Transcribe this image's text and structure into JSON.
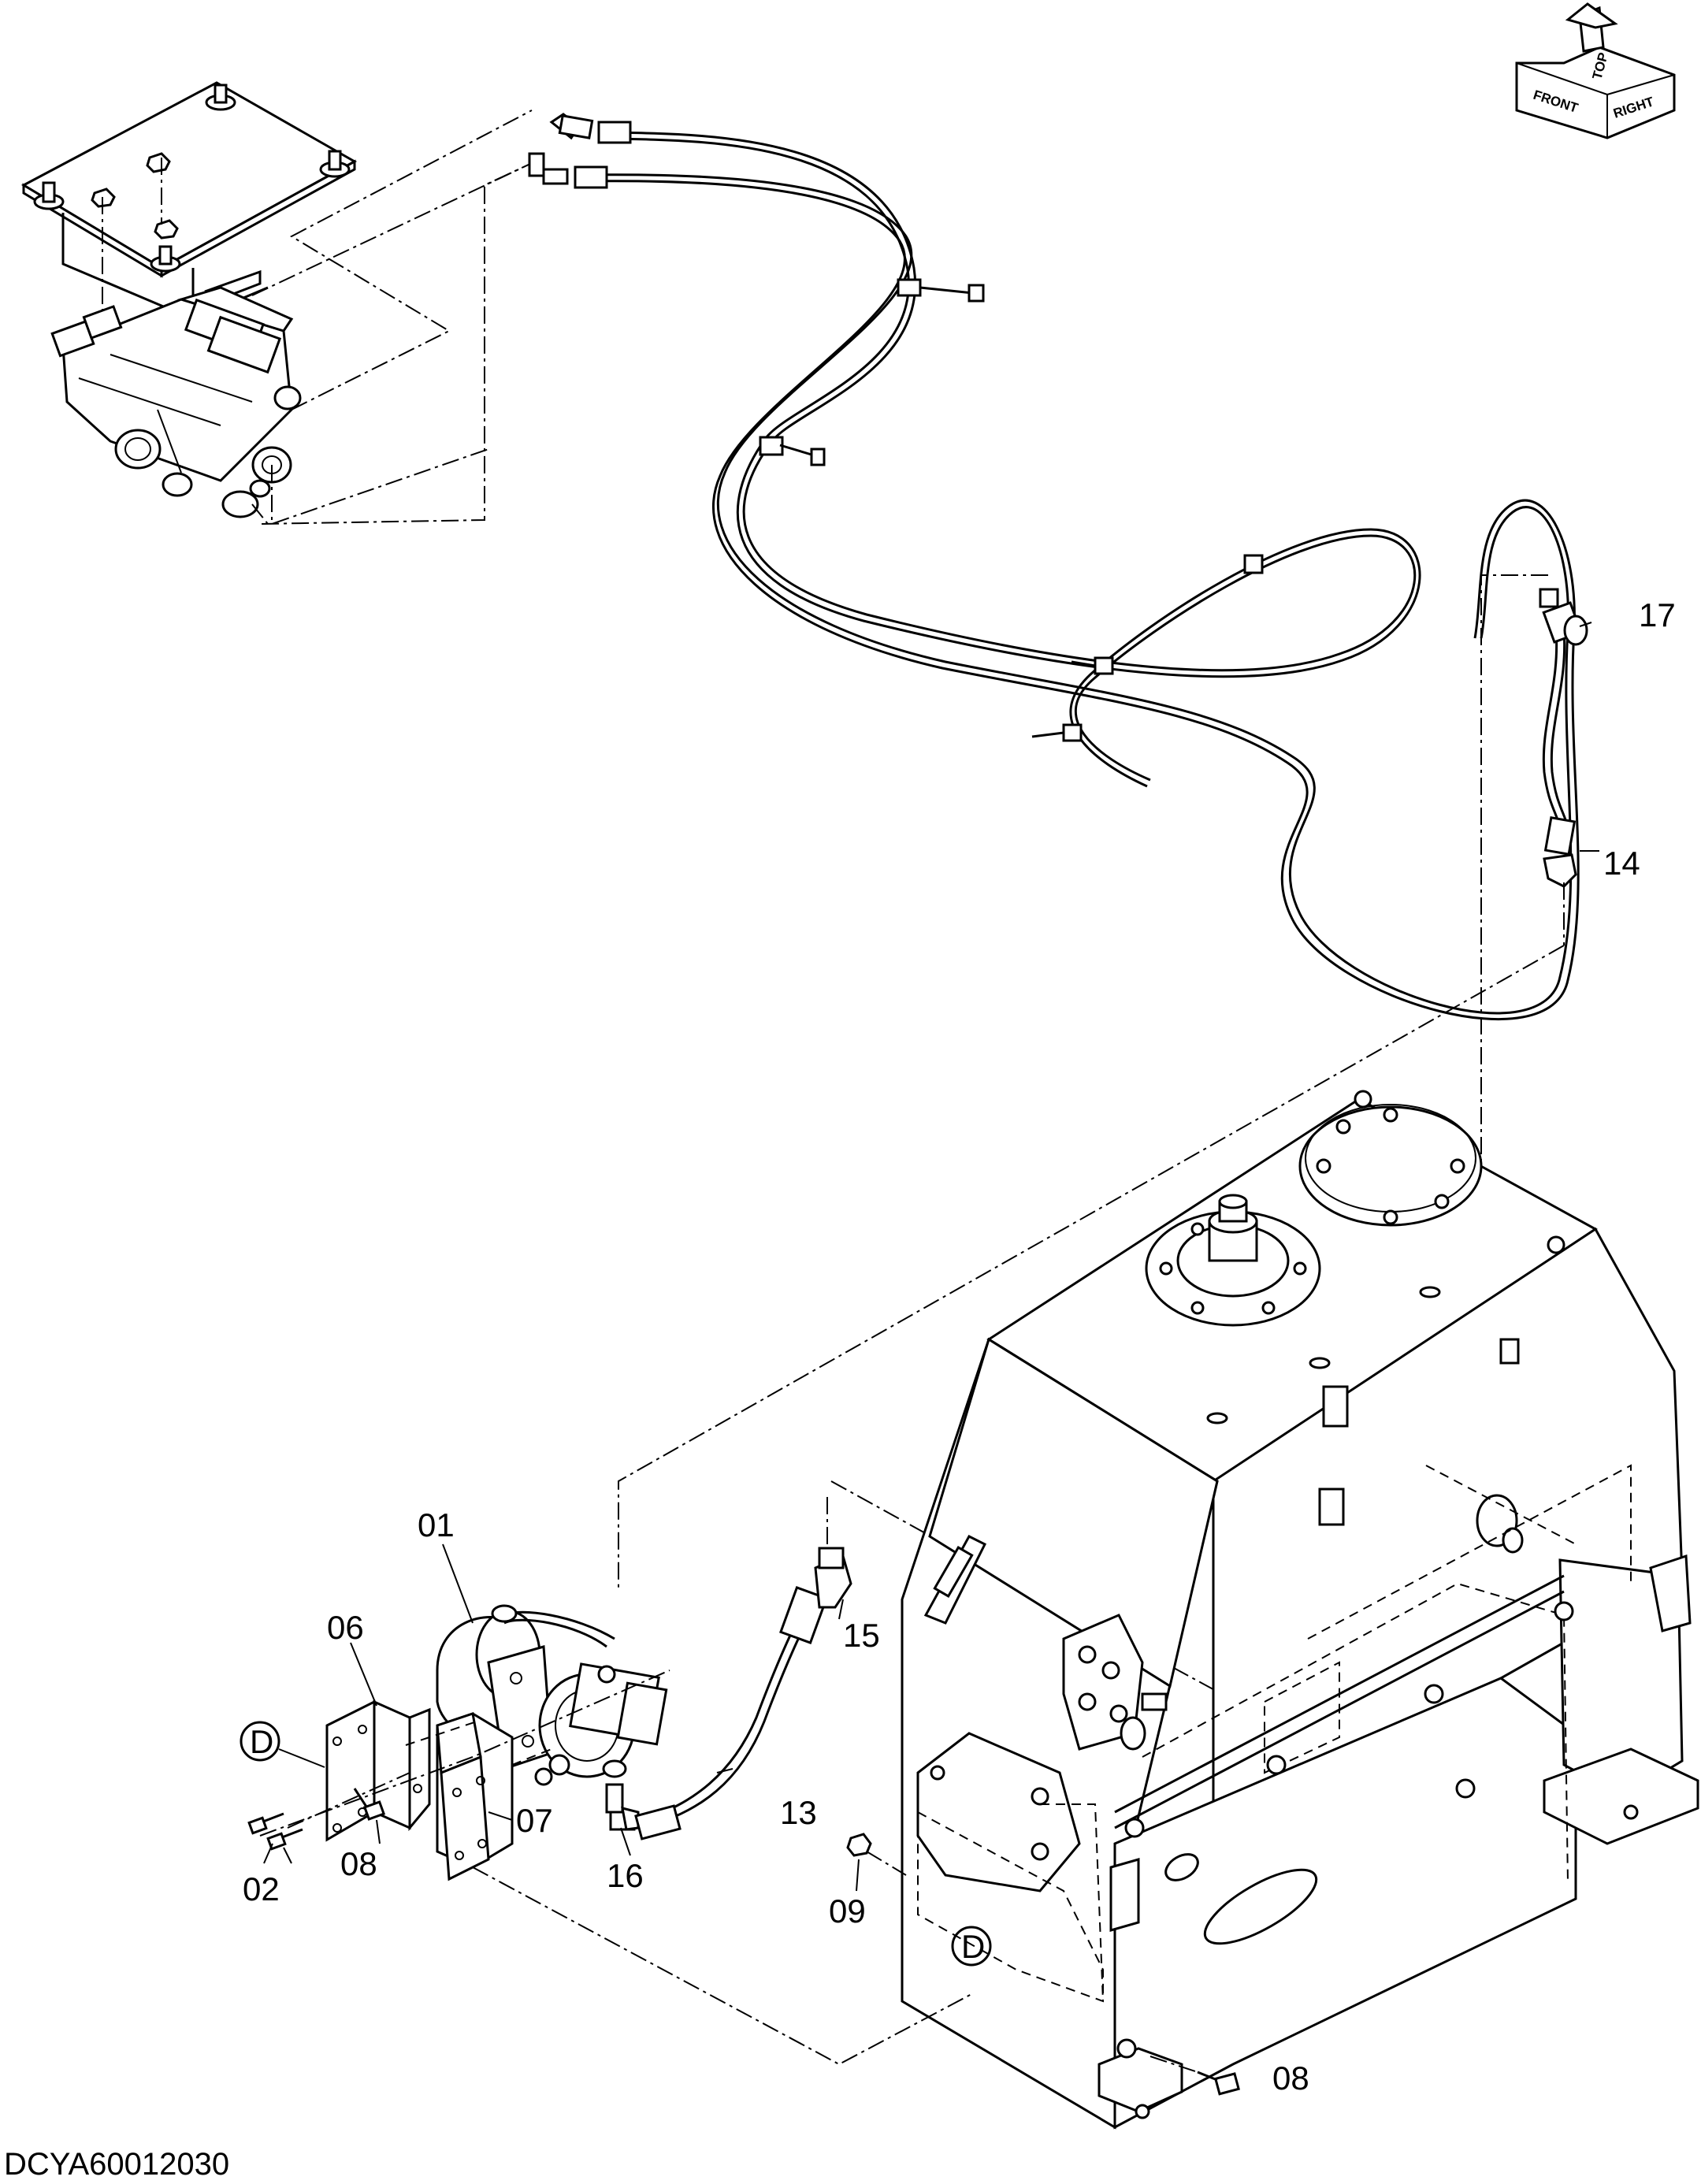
{
  "orientation_marker": {
    "labels": {
      "top": "TOP",
      "front": "FRONT",
      "right": "RIGHT"
    }
  },
  "callouts": [
    {
      "id": "c01",
      "label": "01"
    },
    {
      "id": "c02",
      "label": "02"
    },
    {
      "id": "c06",
      "label": "06"
    },
    {
      "id": "c07",
      "label": "07"
    },
    {
      "id": "c08a",
      "label": "08"
    },
    {
      "id": "c08b",
      "label": "08"
    },
    {
      "id": "c09",
      "label": "09"
    },
    {
      "id": "c13",
      "label": "13"
    },
    {
      "id": "c14",
      "label": "14"
    },
    {
      "id": "c15",
      "label": "15"
    },
    {
      "id": "c16",
      "label": "16"
    },
    {
      "id": "c17",
      "label": "17"
    }
  ],
  "reference_marks": [
    {
      "id": "d1",
      "label": "D"
    },
    {
      "id": "d2",
      "label": "D"
    }
  ],
  "drawing_code": "DCYA60012030"
}
